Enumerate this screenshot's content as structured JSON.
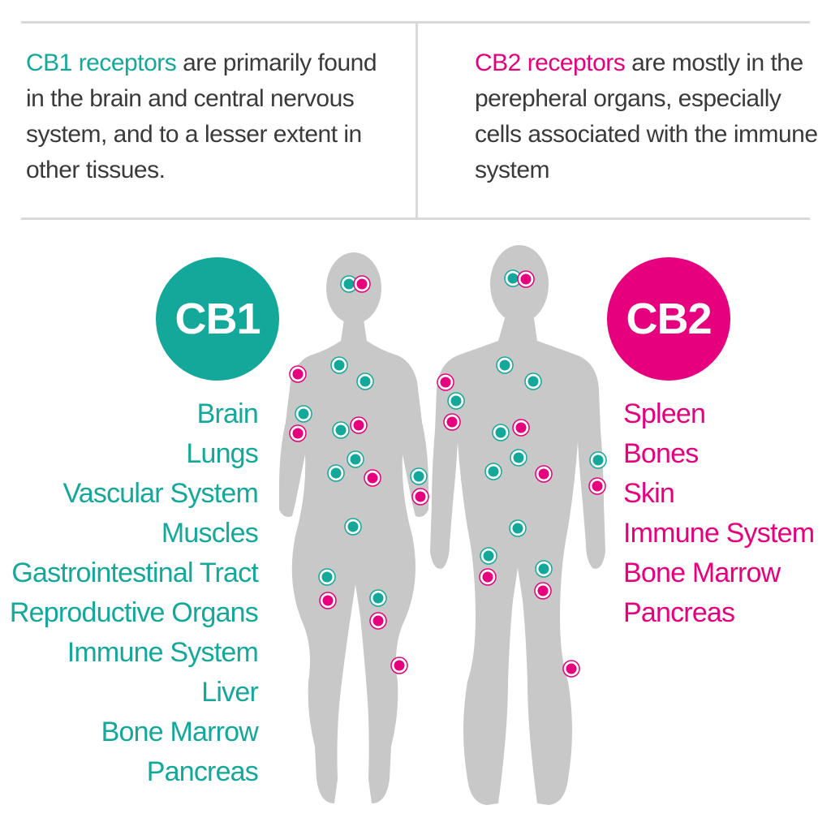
{
  "intro": {
    "cb1": {
      "highlight": "CB1 receptors",
      "text": " are primarily found in the brain and central nervous system, and to a lesser extent in other tissues."
    },
    "cb2": {
      "highlight": "CB2 receptors",
      "text": " are mostly in the perepheral organs, especially cells associated with the immune system"
    }
  },
  "badges": {
    "cb1": "CB1",
    "cb2": "CB2"
  },
  "cb1_list": [
    "Brain",
    "Lungs",
    "Vascular System",
    "Muscles",
    "Gastrointestinal Tract",
    "Reproductive Organs",
    "Immune System",
    "Liver",
    "Bone Marrow",
    "Pancreas"
  ],
  "cb2_list": [
    "Spleen",
    "Bones",
    "Skin",
    "Immune System",
    "Bone Marrow",
    "Pancreas"
  ],
  "colors": {
    "cb1": "#14a89a",
    "cb2": "#e6007e",
    "body": "#c8c8c8",
    "text": "#3a3a3a",
    "divider": "#d9d9d9"
  }
}
